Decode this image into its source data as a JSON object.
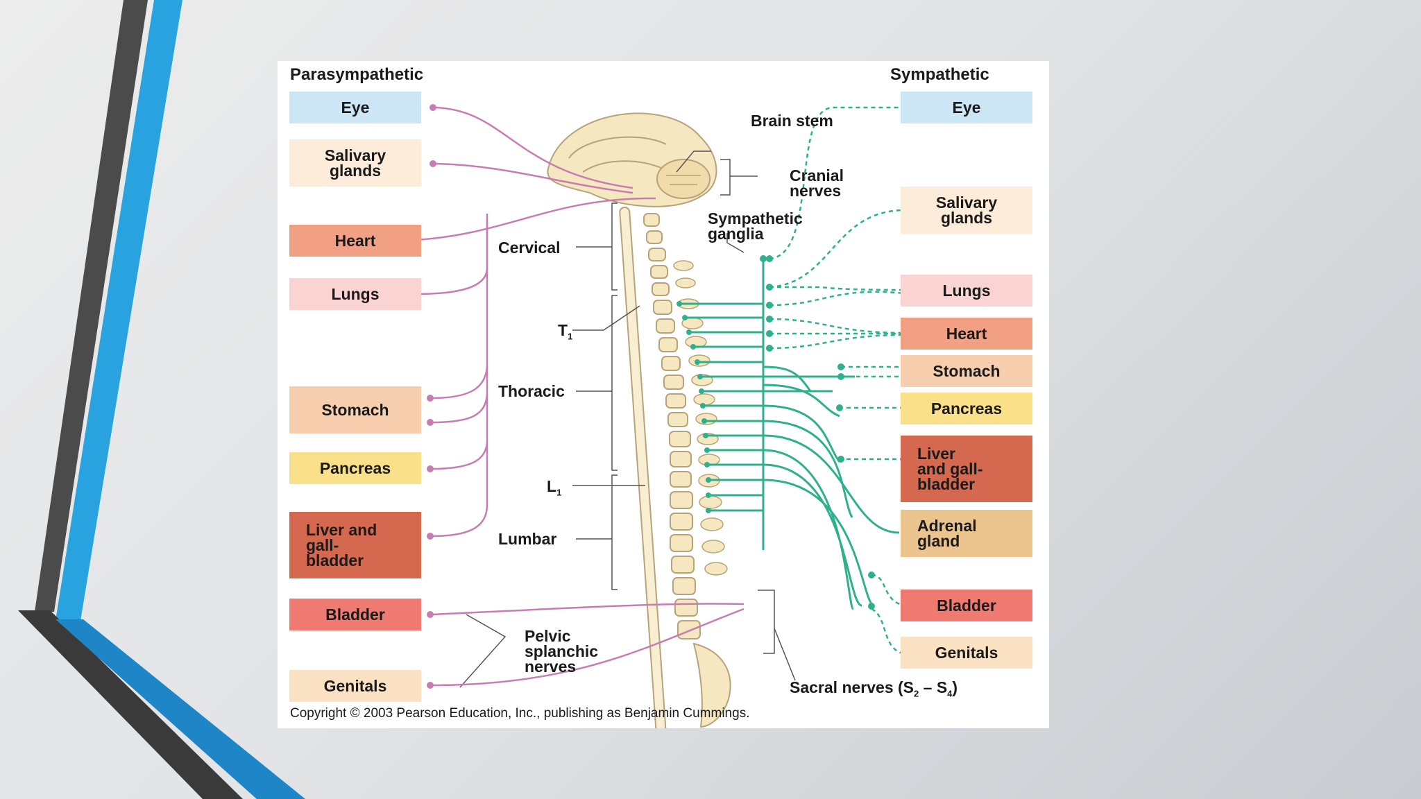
{
  "colors": {
    "slide_gray": "#4b4b4b",
    "slide_blue": "#29a3df",
    "parasympathetic_line": "#c77db3",
    "sympathetic_line": "#2fb08c",
    "eye": "#cde6f5",
    "salivary": "#fcecd9",
    "heart": "#f2a083",
    "lungs": "#f9d4d2",
    "stomach": "#f8cfae",
    "pancreas": "#fbe08a",
    "liver": "#d5694f",
    "adrenal": "#ecc48e",
    "bladder": "#ef7a72",
    "genitals": "#fbe2c2",
    "bone": "#f5e7bf"
  },
  "headers": {
    "left": "Parasympathetic",
    "right": "Sympathetic"
  },
  "left_organs": {
    "eye": "Eye",
    "salivary": "Salivary\nglands",
    "heart": "Heart",
    "lungs": "Lungs",
    "stomach": "Stomach",
    "pancreas": "Pancreas",
    "liver": "Liver and\ngall-\nbladder",
    "bladder": "Bladder",
    "genitals": "Genitals"
  },
  "right_organs": {
    "eye": "Eye",
    "salivary": "Salivary\nglands",
    "lungs": "Lungs",
    "heart": "Heart",
    "stomach": "Stomach",
    "pancreas": "Pancreas",
    "liver": "Liver\nand gall-\nbladder",
    "adrenal": "Adrenal\ngland",
    "bladder": "Bladder",
    "genitals": "Genitals"
  },
  "labels": {
    "brain_stem": "Brain stem",
    "cranial_nerves": "Cranial\nnerves",
    "sympathetic_ganglia": "Sympathetic\nganglia",
    "cervical": "Cervical",
    "t1": "T",
    "t1_sub": "1",
    "thoracic": "Thoracic",
    "l1": "L",
    "l1_sub": "1",
    "lumbar": "Lumbar",
    "pelvic": "Pelvic\nsplanchic\nnerves",
    "sacral_prefix": "Sacral nerves (S",
    "sacral_sub1": "2",
    "sacral_mid": " – S",
    "sacral_sub2": "4",
    "sacral_suffix": ")"
  },
  "copyright": "Copyright © 2003 Pearson Education, Inc., publishing as Benjamin Cummings."
}
